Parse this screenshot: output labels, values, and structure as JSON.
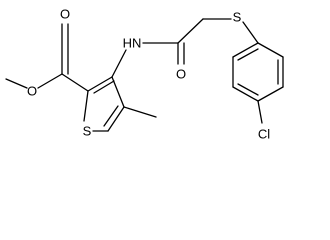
{
  "structure": {
    "atom_labels": {
      "ester_o_carbonyl": "O",
      "ester_o_single": "O",
      "ring_s": "S",
      "amide_nh": "HN",
      "amide_o": "O",
      "thioether_s": "S",
      "chloro": "Cl"
    }
  },
  "colors": {
    "bond": "#000000",
    "label": "#000000",
    "background": "#ffffff"
  }
}
